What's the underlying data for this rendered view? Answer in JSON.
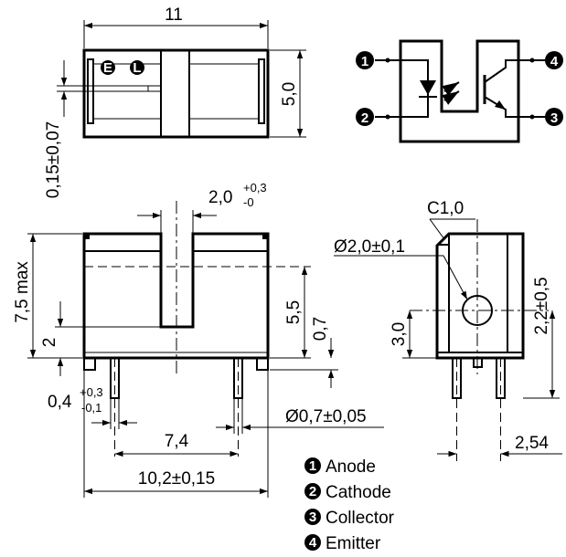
{
  "top_view": {
    "width_dim": "11",
    "height_dim": "5,0",
    "gap_dim": "0,15±0,07",
    "marker_e": "E",
    "marker_l": "L"
  },
  "schematic": {
    "pins": [
      "1",
      "2",
      "3",
      "4"
    ]
  },
  "front_view": {
    "slot_width_main": "2,0",
    "slot_width_tol_plus": "+0,3",
    "slot_width_tol_minus": "-0",
    "height_max": "7,5 max",
    "slot_depth": "5,5",
    "base_dim": "0,7",
    "standoff": "2",
    "pin_width_main": "0,4",
    "pin_width_tol_plus": "+0,3",
    "pin_width_tol_minus": "-0,1",
    "pin_pitch": "7,4",
    "overall_width": "10,2±0,15",
    "pin_diameter": "Ø0,7±0,05"
  },
  "side_view": {
    "chamfer": "C1,0",
    "hole": "Ø2,0±0,1",
    "hole_height": "3,0",
    "center_height": "2,2±0,5",
    "pin_pitch": "2,54"
  },
  "legend": [
    {
      "num": "1",
      "label": "Anode"
    },
    {
      "num": "2",
      "label": "Cathode"
    },
    {
      "num": "3",
      "label": "Collector"
    },
    {
      "num": "4",
      "label": "Emitter"
    }
  ]
}
